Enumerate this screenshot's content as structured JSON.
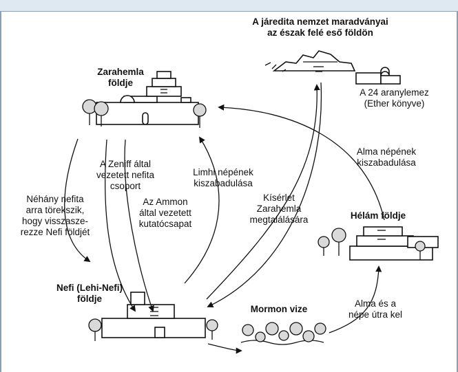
{
  "places": {
    "zarahemla": "Zarahemla\nföldje",
    "jaredite": "A járedita nemzet maradványai\naz észak felé eső földön",
    "plates": "A 24 aranylemez\n(Ether könyve)",
    "nefi": "Nefi (Lehi-Nefi)\nföldje",
    "helam": "Hélám földje",
    "mormon": "Mormon vize"
  },
  "journeys": {
    "zeniff": "A Zeniff által\nvezetett nefita\ncsoport",
    "ammon": "Az Ammon\náltal vezetett\nkutatócsapat",
    "limhi": "Limhi népének\nkiszabadulása",
    "attempt": "Kísérlet\nZarahemla\nmegtalálására",
    "alma_escape": "Alma népének\nkiszabadulása",
    "some_nephites": "Néhány nefita\narra törekszik,\nhogy visszasze-\nrezze Nefi földjét",
    "alma_depart": "Alma és a\nnépe útra kel"
  }
}
